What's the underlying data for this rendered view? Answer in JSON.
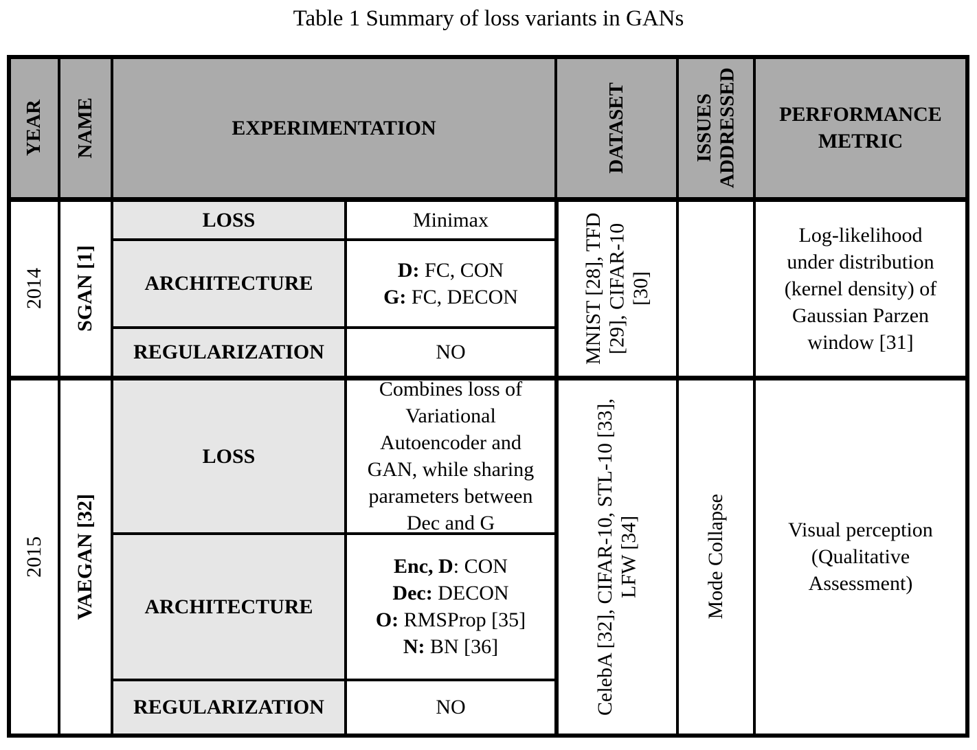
{
  "title": "Table 1 Summary of loss variants in GANs",
  "colors": {
    "header_bg": "#ababab",
    "label_bg": "#e6e6e6",
    "border": "#000000",
    "page_bg": "#ffffff"
  },
  "header": {
    "year": "YEAR",
    "name": "NAME",
    "experimentation": "EXPERIMENTATION",
    "dataset": "DATASET",
    "issues_addressed": "ISSUES ADDRESSED",
    "performance_metric": "PERFORMANCE METRIC"
  },
  "row_labels": {
    "loss": "LOSS",
    "architecture": "ARCHITECTURE",
    "regularization": "REGULARIZATION"
  },
  "rows": [
    {
      "year": "2014",
      "name": "SGAN [1]",
      "loss": "Minimax",
      "architecture_lines": [
        {
          "b": "D:",
          "r": " FC, CON"
        },
        {
          "b": "G:",
          "r": " FC, DECON"
        }
      ],
      "regularization": "NO",
      "dataset": "MNIST [28], TFD [29], CIFAR-10 [30]",
      "issues_addressed": "",
      "performance_metric": "Log-likelihood under distribution (kernel density) of Gaussian Parzen window [31]"
    },
    {
      "year": "2015",
      "name": "VAEGAN [32]",
      "loss": "Combines loss of Variational Autoencoder and GAN, while sharing parameters between Dec and G",
      "architecture_lines": [
        {
          "b": "Enc, D",
          "r": ": CON"
        },
        {
          "b": "Dec:",
          "r": " DECON"
        },
        {
          "b": "O:",
          "r": " RMSProp [35]"
        },
        {
          "b": "N:",
          "r": " BN [36]"
        }
      ],
      "regularization": "NO",
      "dataset": "CelebA [32], CIFAR-10, STL-10 [33], LFW [34]",
      "issues_addressed": "Mode Collapse",
      "performance_metric": "Visual perception (Qualitative Assessment)"
    }
  ]
}
